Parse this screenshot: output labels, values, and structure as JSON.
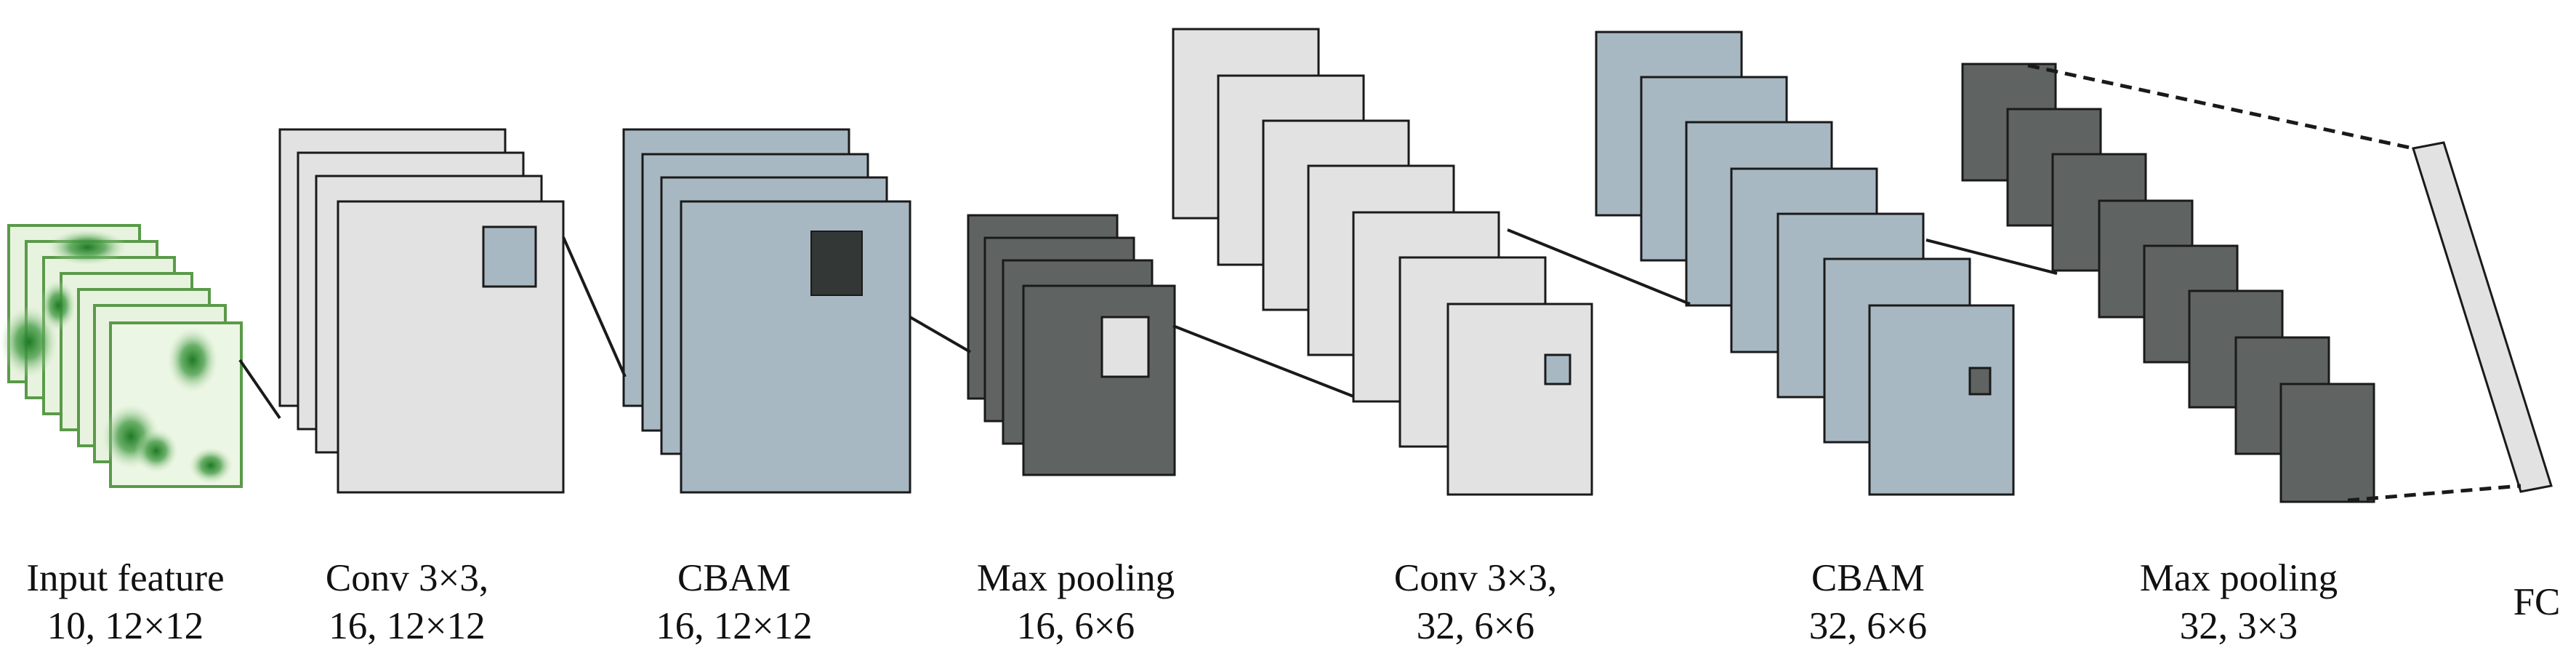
{
  "colors": {
    "conv": "#e2e2e2",
    "cbam": "#a8b8c2",
    "pool": "#5f6462",
    "stroke": "#1a1a1a",
    "kernel_dark": "#333836",
    "kernel_light": "#e2e2e2",
    "kernel_blue": "#a8b8c2",
    "green": "#1e7a24"
  },
  "labels": [
    {
      "line1": "Input feature",
      "line2": "10, 12×12"
    },
    {
      "line1": "Conv 3×3,",
      "line2": "16, 12×12"
    },
    {
      "line1": "CBAM",
      "line2": "16, 12×12"
    },
    {
      "line1": "Max pooling",
      "line2": "16, 6×6"
    },
    {
      "line1": "Conv 3×3,",
      "line2": "32, 6×6"
    },
    {
      "line1": "CBAM",
      "line2": "32, 6×6"
    },
    {
      "line1": "Max pooling",
      "line2": "32, 3×3"
    },
    {
      "line1": "FC",
      "line2": ""
    }
  ]
}
